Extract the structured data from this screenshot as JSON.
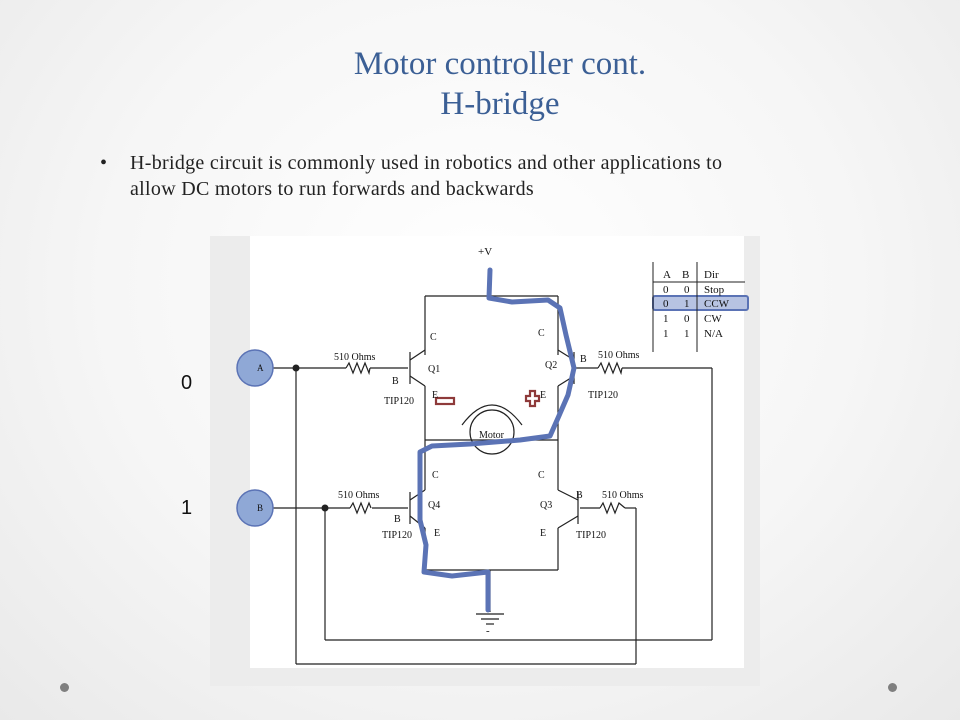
{
  "slide": {
    "title_line1": "Motor controller cont.",
    "title_line2": "H-bridge",
    "bullet_symbol": "•",
    "bullet_text": "H-bridge circuit is commonly used in robotics and other applications to allow DC motors to run forwards and backwards"
  },
  "logic_labels": {
    "a_value": "0",
    "b_value": "1"
  },
  "circuit": {
    "supply": "+V",
    "ground": "-",
    "inputs": {
      "a": "A",
      "b": "B"
    },
    "resistor_label": "510 Ohms",
    "transistor_type": "TIP120",
    "terminals": {
      "collector": "C",
      "base": "B",
      "emitter": "E"
    },
    "transistors": [
      "Q1",
      "Q2",
      "Q3",
      "Q4"
    ],
    "motor": "Motor"
  },
  "truth_table": {
    "headers": [
      "A",
      "B",
      "Dir"
    ],
    "rows": [
      [
        "0",
        "0",
        "Stop"
      ],
      [
        "0",
        "1",
        "CCW"
      ],
      [
        "1",
        "0",
        "CW"
      ],
      [
        "1",
        "1",
        "N/A"
      ]
    ],
    "highlighted_row": 1
  },
  "colors": {
    "title": "#3b5f95",
    "current_path": "#5b73b5",
    "polarity_marks": "#8e3a3a",
    "input_circle": "#8fa8d6",
    "highlight_fill": "#b7c3e2"
  }
}
